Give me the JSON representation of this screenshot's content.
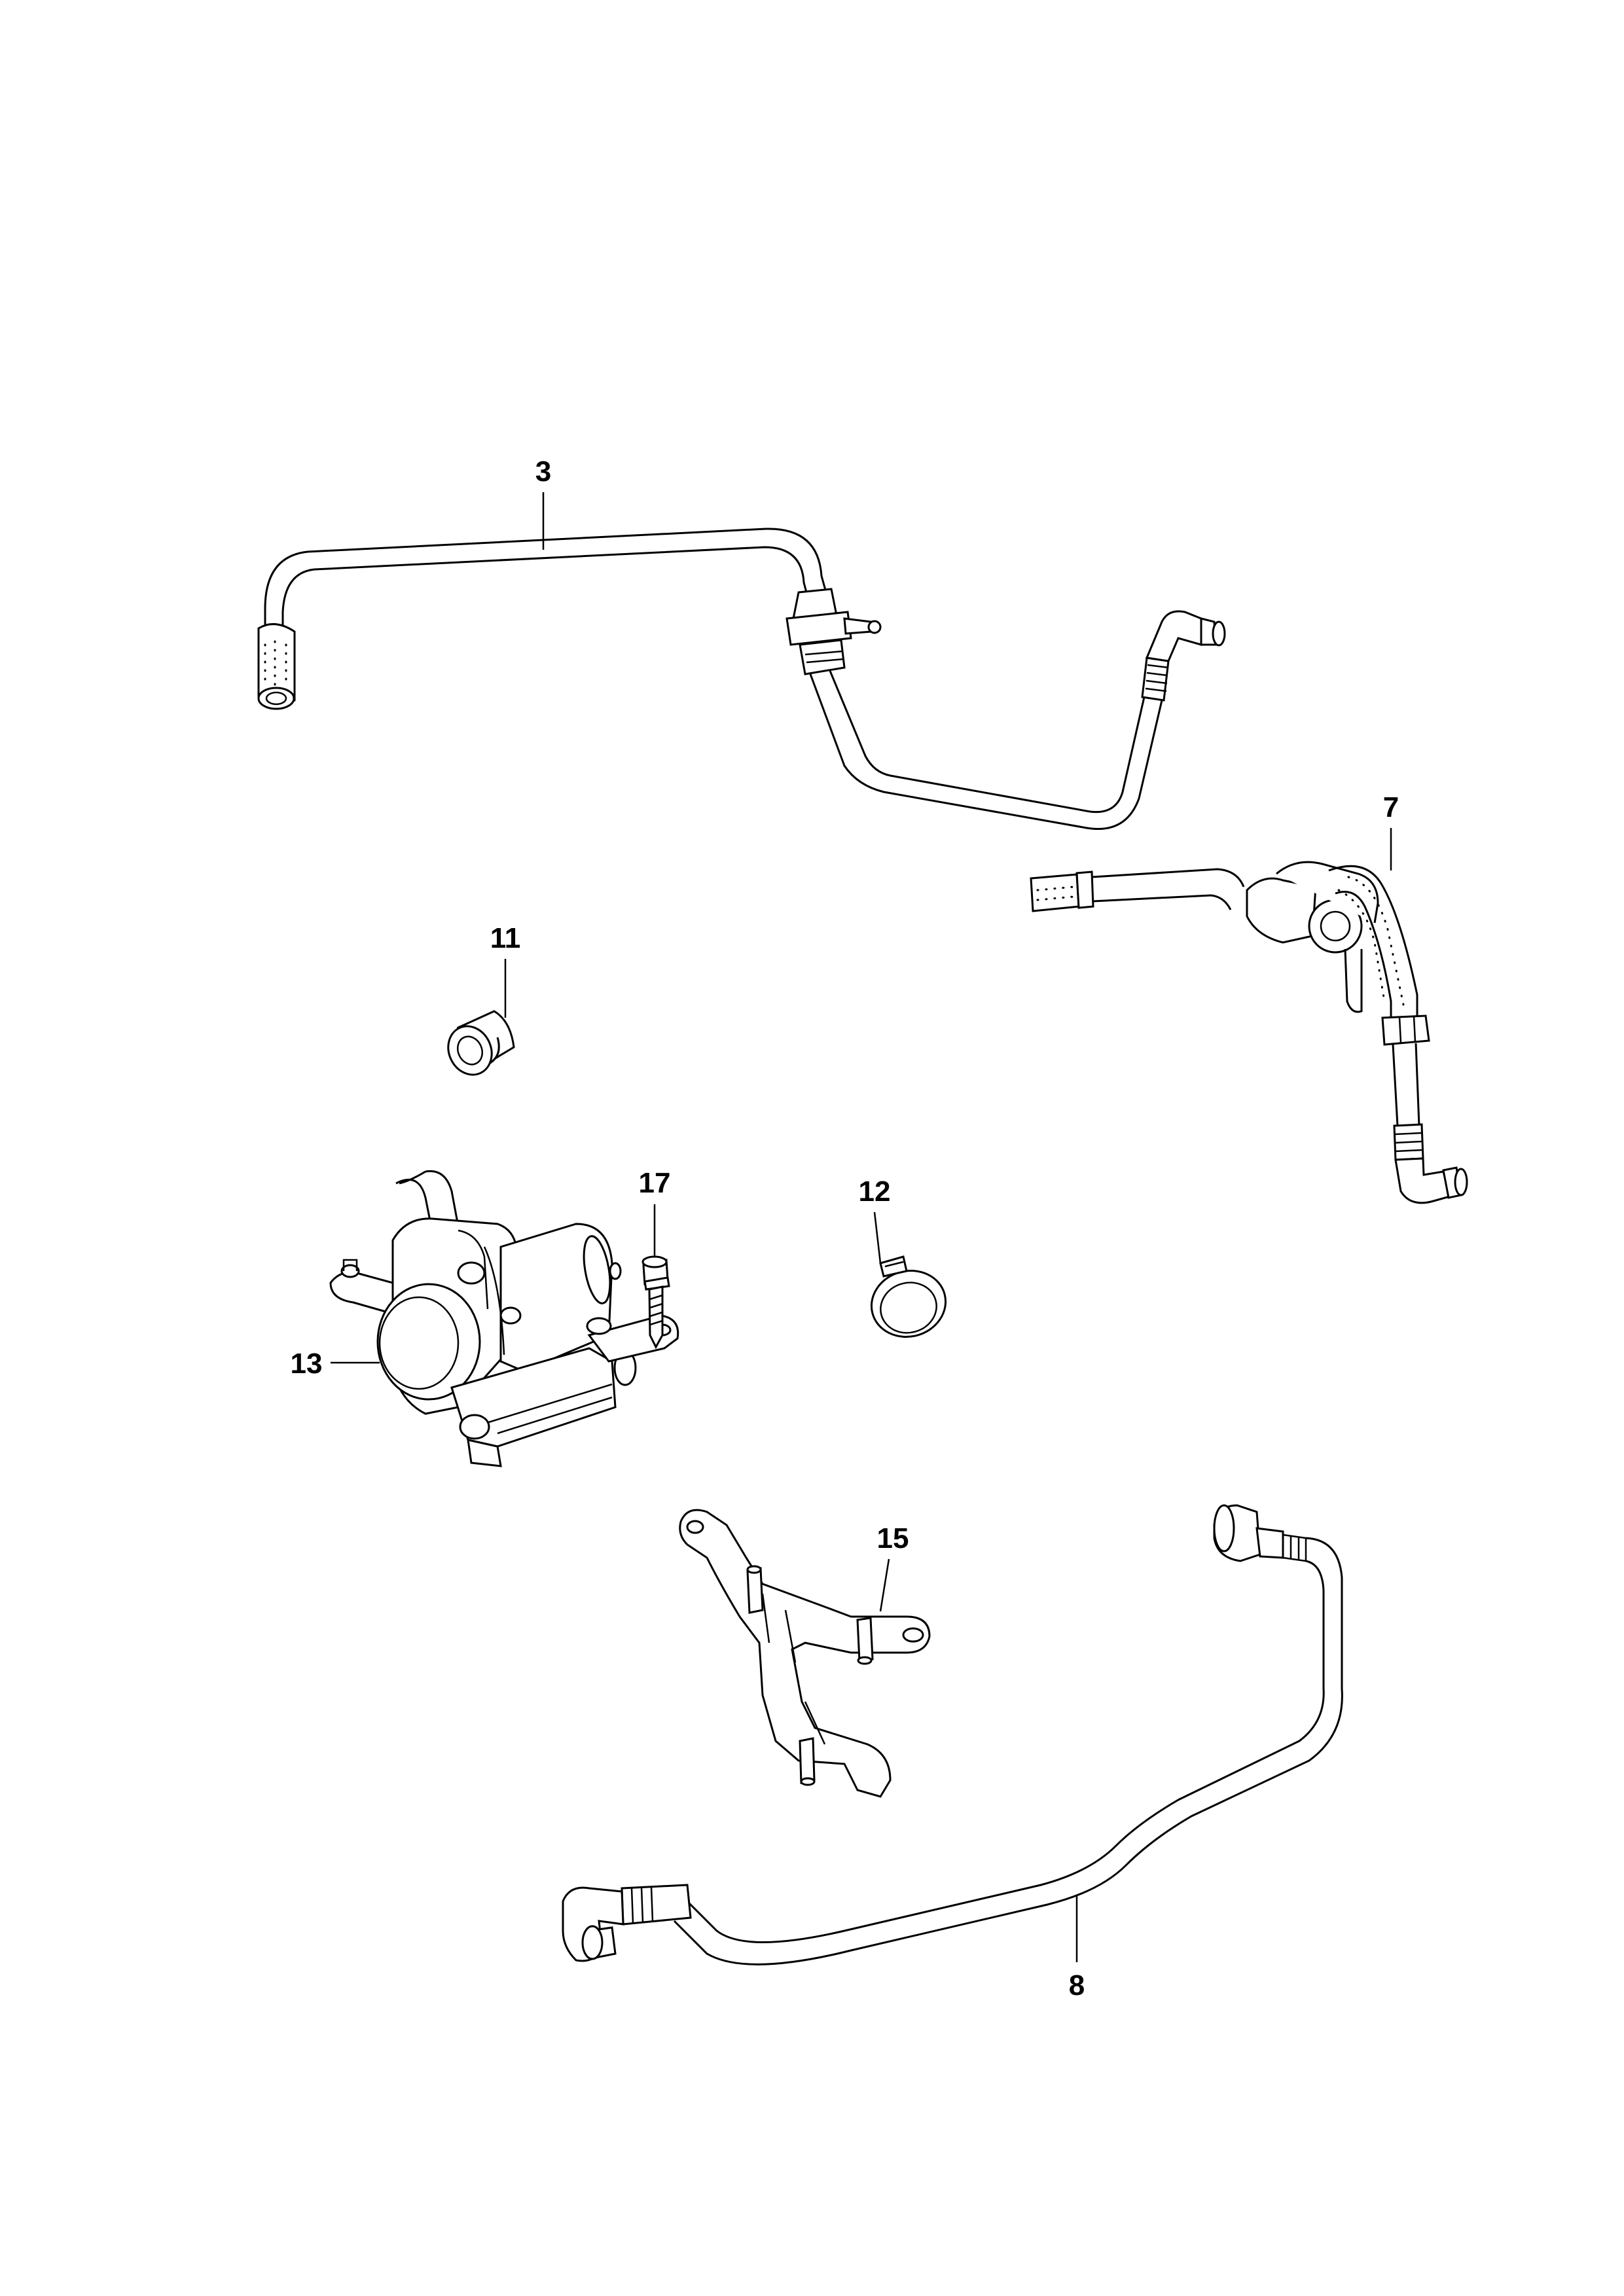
{
  "diagram": {
    "part_numbers": {
      "p3": "3",
      "p7": "7",
      "p8": "8",
      "p11": "11",
      "p12": "12",
      "p13": "13",
      "p15": "15",
      "p17": "17"
    },
    "colors": {
      "stroke": "#000000",
      "background": "#ffffff"
    }
  }
}
